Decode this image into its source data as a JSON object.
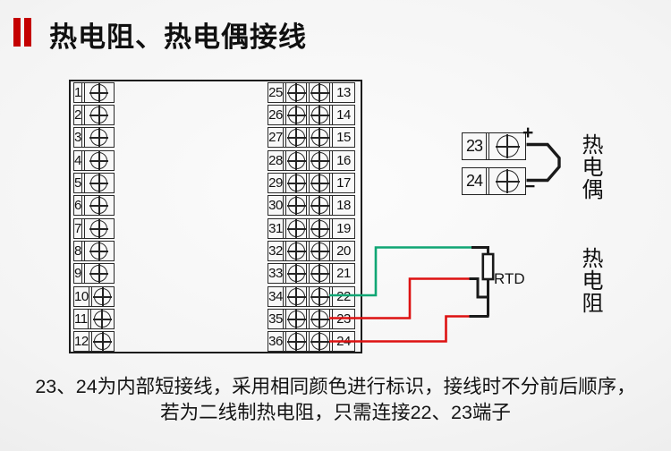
{
  "title": {
    "text": "热电阻、热电偶接线",
    "accent_color": "#c40000"
  },
  "terminal_block": {
    "left_terminals": [
      "1",
      "2",
      "3",
      "4",
      "5",
      "6",
      "7",
      "8",
      "9",
      "10",
      "11",
      "12"
    ],
    "right_terminal_pairs": [
      [
        "25",
        "13"
      ],
      [
        "26",
        "14"
      ],
      [
        "27",
        "15"
      ],
      [
        "28",
        "16"
      ],
      [
        "29",
        "17"
      ],
      [
        "30",
        "18"
      ],
      [
        "31",
        "19"
      ],
      [
        "32",
        "20"
      ],
      [
        "33",
        "21"
      ],
      [
        "34",
        "22"
      ],
      [
        "35",
        "23"
      ],
      [
        "36",
        "24"
      ]
    ]
  },
  "thermocouple": {
    "terminals": [
      "23",
      "24"
    ],
    "plus": "+",
    "minus": "−",
    "label": "热电偶"
  },
  "rtd": {
    "label": "RTD",
    "label_cn": "热电阻",
    "wire_terminals": [
      "22",
      "23",
      "24"
    ],
    "wire_colors": {
      "terminal_22": "#10a674",
      "terminal_23": "#dd1111",
      "terminal_24": "#dd1111"
    },
    "component_color": "#1a1a1a"
  },
  "caption": {
    "line1": "23、24为内部短接线，采用相同颜色进行标识，接线时不分前后顺序，",
    "line2": "若为二线制热电阻，只需连接22、23端子"
  }
}
